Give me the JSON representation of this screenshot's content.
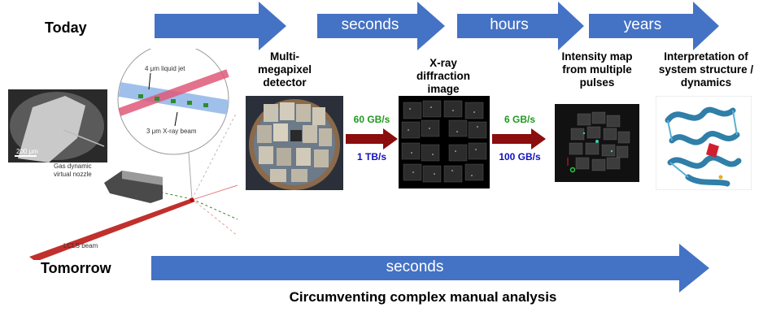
{
  "rows": {
    "today": "Today",
    "tomorrow": "Tomorrow"
  },
  "today_arrows": [
    "",
    "seconds",
    "hours",
    "years"
  ],
  "tomorrow_arrow": "seconds",
  "stages": {
    "detector": "Multi-\nmegapixel\ndetector",
    "diffraction": "X-ray\ndiffraction\nimage",
    "intensity": "Intensity map\nfrom multiple\npulses",
    "interpretation": "Interpretation of\nsystem structure /\ndynamics"
  },
  "rates": {
    "first_top": "60 GB/s",
    "first_bottom": "1 TB/s",
    "second_top": "6 GB/s",
    "second_bottom": "100 GB/s"
  },
  "experiment": {
    "liquid_jet": "4 μm liquid jet",
    "xray_beam": "3 μm X-ray beam",
    "scale_bar": "200 μm",
    "nozzle": "Gas dynamic\nvirtual nozzle",
    "lcls": "LCLS beam"
  },
  "caption": "Circumventing complex manual analysis",
  "colors": {
    "arrow_blue": "#4472c4",
    "rate_arrow": "#8b0d0d",
    "rate_green": "#1f9a1f",
    "rate_blue": "#1010c0"
  }
}
